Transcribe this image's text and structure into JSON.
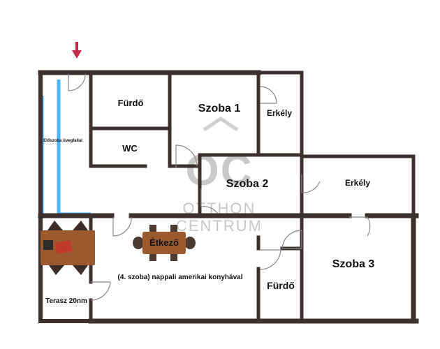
{
  "rooms": {
    "furdo_top": "Fürdő",
    "wc": "WC",
    "szoba1": "Szoba 1",
    "erkely1": "Erkély",
    "eloszoba": "Előszoba üvegfallal",
    "szoba2": "Szoba 2",
    "erkely2": "Erkély",
    "etkezo": "Étkező",
    "nappali": "(4. szoba) nappali amerikai konyhával",
    "szoba3": "Szoba 3",
    "furdo_bottom": "Fürdő",
    "terasz": "Terasz 20nm"
  },
  "watermark": {
    "logo_mark": "OC",
    "line1": "OTTHON",
    "line2": "CENTRUM"
  },
  "colors": {
    "wall": "#3d302e",
    "glass": "#4cb4ef",
    "entrance_arrow": "#c42a4e",
    "table": "#9b5a2e"
  }
}
